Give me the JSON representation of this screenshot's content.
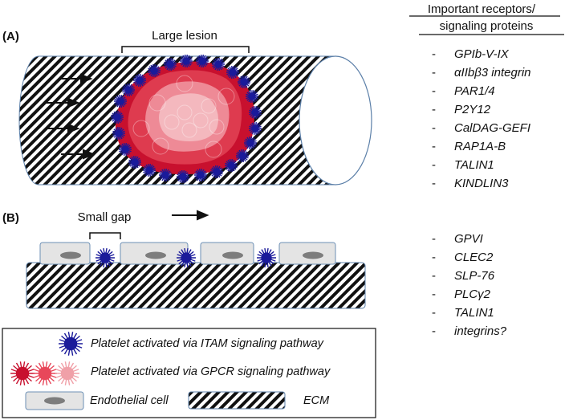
{
  "panel_a": {
    "label": "(A)",
    "lesion_label": "Large lesion"
  },
  "panel_b": {
    "label": "(B)",
    "gap_label": "Small gap"
  },
  "receptors": {
    "header_line1": "Important receptors/",
    "header_line2": "signaling proteins",
    "group_a": [
      "GPIb-V-IX",
      "αIIbβ3 integrin",
      "PAR1/4",
      "P2Y12",
      "CalDAG-GEFI",
      "RAP1A-B",
      "TALIN1",
      "KINDLIN3"
    ],
    "group_b": [
      "GPVI",
      "CLEC2",
      "SLP-76",
      "PLCγ2",
      "TALIN1",
      "integrins?"
    ],
    "bullet": "-"
  },
  "legend": {
    "itam": "Platelet activated via ITAM signaling pathway",
    "gpcr": "Platelet activated via GPCR signaling pathway",
    "endothelial": "Endothelial cell",
    "ecm": "ECM"
  },
  "colors": {
    "itam_platelet": "#1a1a9a",
    "gpcr_dark": "#c8102e",
    "gpcr_mid": "#e8475a",
    "gpcr_light": "#f0a0a8",
    "endothelial_fill": "#e4e4e4",
    "endothelial_border": "#6c8fb5",
    "nucleus": "#808080"
  }
}
